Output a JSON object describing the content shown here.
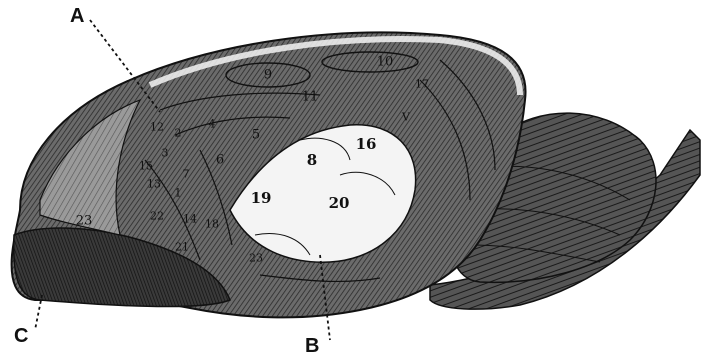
{
  "figure": {
    "pointer_labels": {
      "a": "A",
      "b": "B",
      "c": "C"
    },
    "regions": [
      {
        "id": "r9",
        "label": "9"
      },
      {
        "id": "r10",
        "label": "10"
      },
      {
        "id": "r17",
        "label": "17"
      },
      {
        "id": "r11",
        "label": "11"
      },
      {
        "id": "r4",
        "label": "4"
      },
      {
        "id": "r5",
        "label": "5"
      },
      {
        "id": "r6",
        "label": "6"
      },
      {
        "id": "r7",
        "label": "7"
      },
      {
        "id": "r8",
        "label": "8"
      },
      {
        "id": "r16",
        "label": "16"
      },
      {
        "id": "r19",
        "label": "19"
      },
      {
        "id": "r20",
        "label": "20"
      },
      {
        "id": "r23a",
        "label": "23"
      },
      {
        "id": "r23b",
        "label": "23"
      },
      {
        "id": "r18",
        "label": "18"
      },
      {
        "id": "r14",
        "label": "14"
      },
      {
        "id": "r15",
        "label": "15"
      },
      {
        "id": "r12",
        "label": "12"
      },
      {
        "id": "r3",
        "label": "3"
      },
      {
        "id": "r2",
        "label": "2"
      },
      {
        "id": "r1",
        "label": "1"
      },
      {
        "id": "r13",
        "label": "13"
      },
      {
        "id": "r22",
        "label": "22"
      },
      {
        "id": "r21",
        "label": "21"
      },
      {
        "id": "rV",
        "label": "V"
      }
    ],
    "colors": {
      "ink": "#111111",
      "shade_dark": "#2a2a2a",
      "shade_mid": "#5a5a5a",
      "highlight": "#f4f4f4"
    }
  }
}
